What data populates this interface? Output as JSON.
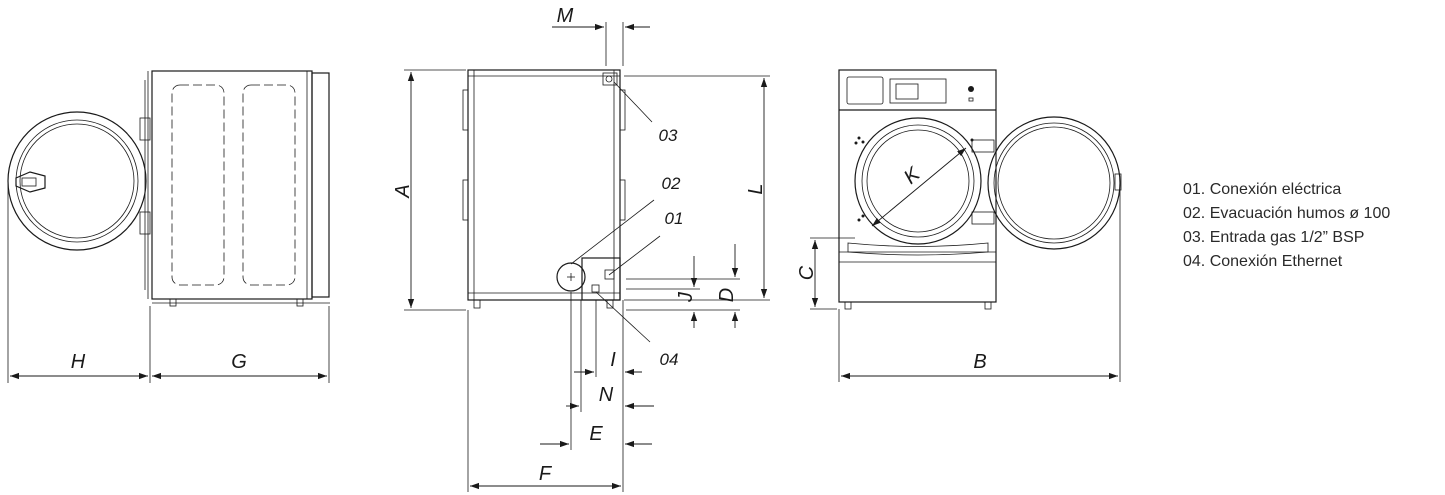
{
  "dimension_labels": {
    "A": "A",
    "B": "B",
    "C": "C",
    "D": "D",
    "E": "E",
    "F": "F",
    "G": "G",
    "H": "H",
    "I": "I",
    "J": "J",
    "K": "K",
    "L": "L",
    "M": "M",
    "N": "N"
  },
  "callouts": {
    "c01": "01",
    "c02": "02",
    "c03": "03",
    "c04": "04"
  },
  "legend": [
    "01. Conexión eléctrica",
    "02. Evacuación humos ø 100",
    "03. Entrada gas 1/2” BSP",
    "04. Conexión Ethernet"
  ]
}
